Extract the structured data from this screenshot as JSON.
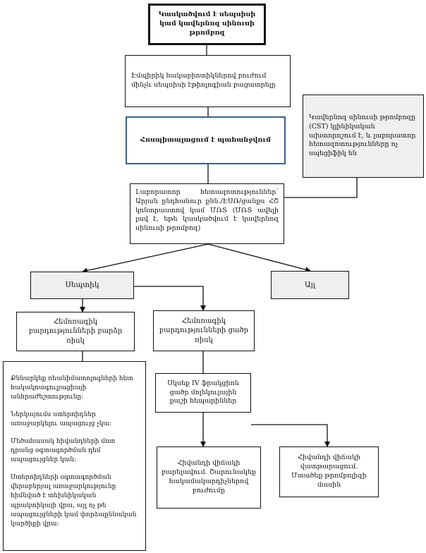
{
  "nodes": {
    "start": "Կասկածվում է սեպսիսի կամ կավերնոզ սինուսի թրոմբոզ",
    "imaging": "Էմպիրիկ հակաբիոտիկներով բուժում մինչև սեպսիսի էթիոլոգիան բացատրելը",
    "hospitalization": "Հոսպիտալացում է պահանջվում",
    "cst": "Կավերնոզ սինուսի թրոմբոզը (CST) կլինիկական ախտորոշում է, և լաբորատոր հետազոտությունները ոչ սպեցիֆիկ են",
    "labs": "Լաբորատոր հետազոտություններ՝ Արյան ընդհանուր քնն./ԷՍՌ/ցանքս ՀՇ կոնտրաստով կամ ՄՌՏ (ՄՌՏ ավելի լավ է, եթե կասկածվում է կավերնոզ սինուսի թրոմբոզ)",
    "septic": "Սեպտիկ",
    "other": "Այլ",
    "high_risk": "Հեմոռագիկ բարդությունների բարձր ռիսկ",
    "low_risk": "Հեմոռագիկ բարդությունների ցածր ռիսկ",
    "anticoag": "Սկսեք IV ֆրակցիոն ցածր մոլեկուլային քաշի հեպարիններ",
    "improve": "Հիվանդի վիճակի բարելավում. Շարունակեք հակամակարդիչներով բուժումը",
    "worsen": "Հիվանդի վիճակի վատթարացում. Մտածեք թրոմբոլիզի մասին"
  },
  "notes": [
    "Քննարկեք ռեանիմատոլոգների հետ հակակոագուլյացիայի անհրաժեշտությունը:",
    "Ներկայումս ստերոիդներ առաջարկելու ապացույց չկա:",
    "Մեծահասակ հիվանդների մոտ դրանց օգտագործման դեմ ապացույցներ կան:",
    "Ստերոիդների օգտագործման վերաբերյալ առաջարկությունը հիմնված է տեխնիկական պրակտիկայի վրա, այլ ոչ թե ապացույցների կամ փորձաքննական կարծիքի վրա:"
  ]
}
